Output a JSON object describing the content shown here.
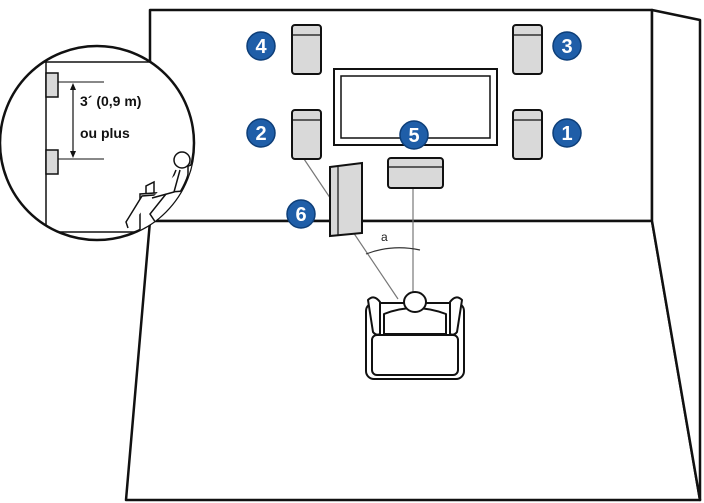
{
  "callout": {
    "distance_label": "3´ (0,9 m)",
    "distance_qualifier": "ou plus"
  },
  "angle_label": "a",
  "speakers": [
    {
      "badge": "1",
      "kind": "tower-speaker-icon"
    },
    {
      "badge": "2",
      "kind": "tower-speaker-icon"
    },
    {
      "badge": "3",
      "kind": "tower-speaker-icon"
    },
    {
      "badge": "4",
      "kind": "tower-speaker-icon"
    },
    {
      "badge": "5",
      "kind": "center-speaker-icon"
    },
    {
      "badge": "6",
      "kind": "subwoofer-icon"
    }
  ],
  "colors": {
    "badge_fill": "#1f5ea8",
    "badge_ring": "#0d3e78",
    "speaker_fill": "#d9d9d9",
    "line": "#111111"
  }
}
